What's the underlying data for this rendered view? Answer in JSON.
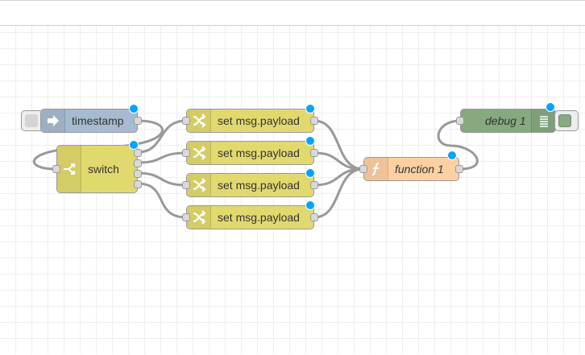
{
  "nodes": {
    "timestamp": {
      "label": "timestamp",
      "icon": "inject-arrow-icon",
      "color": "#a6bbcf"
    },
    "switch": {
      "label": "switch",
      "icon": "switch-icon",
      "color": "#e2d96e"
    },
    "change_1": {
      "label": "set msg.payload",
      "icon": "shuffle-icon",
      "color": "#e2d96e"
    },
    "change_2": {
      "label": "set msg.payload",
      "icon": "shuffle-icon",
      "color": "#e2d96e"
    },
    "change_3": {
      "label": "set msg.payload",
      "icon": "shuffle-icon",
      "color": "#e2d96e"
    },
    "change_4": {
      "label": "set msg.payload",
      "icon": "shuffle-icon",
      "color": "#e2d96e"
    },
    "function": {
      "label": "function 1",
      "icon": "function-icon",
      "color": "#fdd0a2"
    },
    "debug": {
      "label": "debug 1",
      "icon": "debug-list-icon",
      "color": "#87a980"
    }
  },
  "colors": {
    "wire": "#999999",
    "status_dot": "#00a5ff",
    "port": "#d9d9d9"
  }
}
